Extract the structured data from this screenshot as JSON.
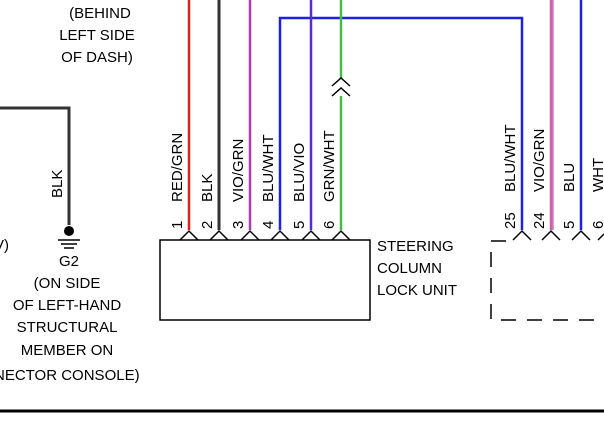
{
  "left_location": [
    "(BEHIND",
    "LEFT SIDE",
    "OF DASH)"
  ],
  "ground": {
    "wire_color": "BLK",
    "id": "G2",
    "location": [
      "(ON SIDE",
      "OF LEFT-HAND",
      "STRUCTURAL",
      "MEMBER ON",
      "NECTOR CONSOLE)"
    ],
    "partial_text": "V)"
  },
  "steering_lock": {
    "label": [
      "STEERING",
      "COLUMN",
      "LOCK UNIT"
    ],
    "pins": [
      {
        "num": "1",
        "wire": "RED/GRN",
        "color": "#e02020"
      },
      {
        "num": "2",
        "wire": "BLK",
        "color": "#333333"
      },
      {
        "num": "3",
        "wire": "VIO/GRN",
        "color": "#b03ab0"
      },
      {
        "num": "4",
        "wire": "BLU/WHT",
        "color": "#2020e0"
      },
      {
        "num": "5",
        "wire": "BLU/VIO",
        "color": "#5a2ad8"
      },
      {
        "num": "6",
        "wire": "GRN/WHT",
        "color": "#40c040"
      }
    ]
  },
  "right_connector": {
    "pins": [
      {
        "num": "25",
        "wire": "BLU/WHT"
      },
      {
        "num": "24",
        "wire": "VIO/GRN"
      },
      {
        "num": "5",
        "wire": "BLU"
      },
      {
        "num": "6",
        "wire": "WHT"
      }
    ]
  },
  "colors": {
    "red": "#e02020",
    "blk": "#333333",
    "vio": "#b03ab0",
    "blu": "#2020e0",
    "grn": "#40c040",
    "pink": "#d060a0"
  }
}
